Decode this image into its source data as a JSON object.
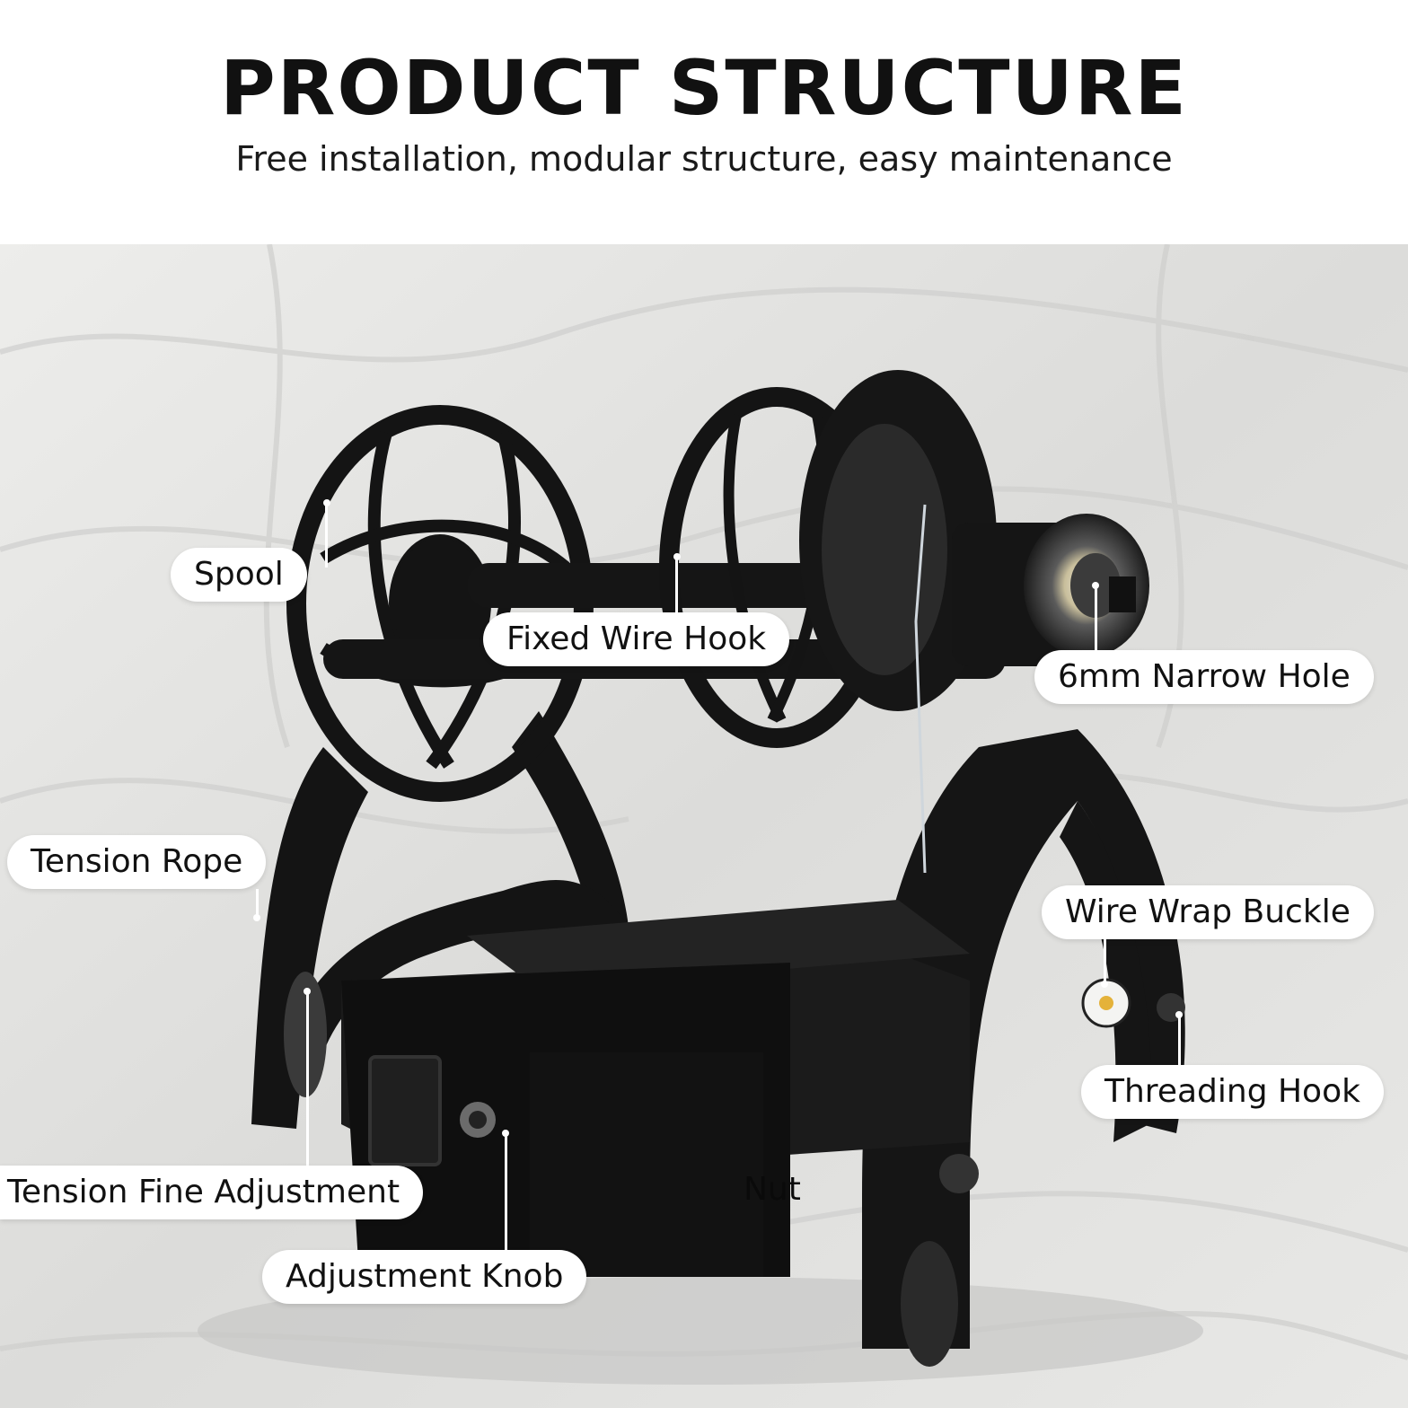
{
  "header": {
    "title": "PRODUCT STRUCTURE",
    "subtitle": "Free installation, modular structure, easy maintenance"
  },
  "labels": {
    "spool": "Spool",
    "fixed_wire_hook": "Fixed Wire Hook",
    "narrow_hole": "6mm Narrow Hole",
    "tension_rope": "Tension Rope",
    "wire_wrap_buckle": "Wire Wrap Buckle",
    "threading_hook": "Threading Hook",
    "tension_fine_adjustment": "Tension Fine Adjustment",
    "adjustment_knob": "Adjustment Knob",
    "nut": "Nut"
  },
  "colors": {
    "background": "#ffffff",
    "fabric": "#e4e4e2",
    "device": "#111111",
    "text": "#111111"
  }
}
